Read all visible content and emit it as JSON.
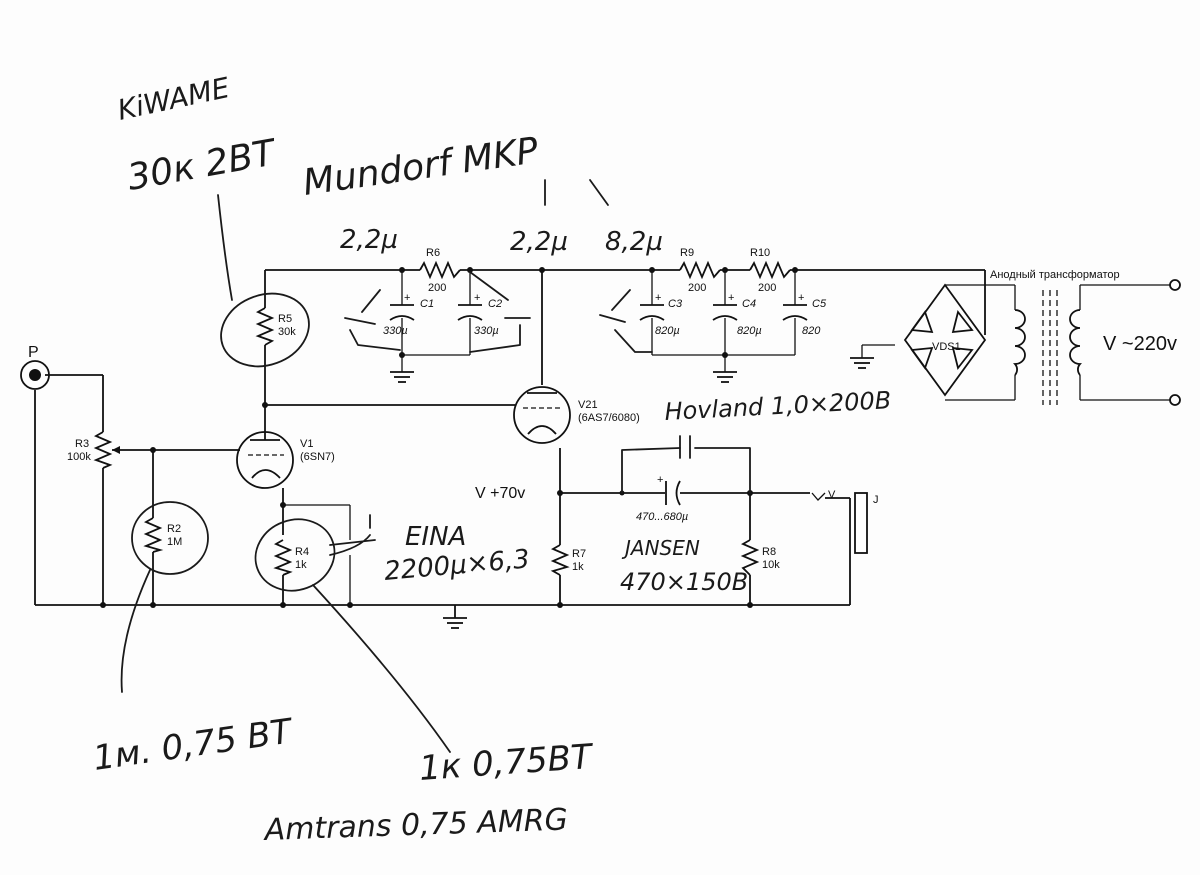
{
  "components": {
    "r2": {
      "ref": "R2",
      "value": "1M"
    },
    "r3": {
      "ref": "R3",
      "value": "100k"
    },
    "r4": {
      "ref": "R4",
      "value": "1k"
    },
    "r5": {
      "ref": "R5",
      "value": "30k"
    },
    "r6": {
      "ref": "R6",
      "value": "200"
    },
    "r7": {
      "ref": "R7",
      "value": "1k"
    },
    "r8": {
      "ref": "R8",
      "value": "10k"
    },
    "r9": {
      "ref": "R9",
      "value": "200"
    },
    "r10": {
      "ref": "R10",
      "value": "200"
    },
    "c1": {
      "ref": "C1",
      "value": "330µ"
    },
    "c2": {
      "ref": "C2",
      "value": "330µ"
    },
    "c3": {
      "ref": "C3",
      "value": "820µ"
    },
    "c4": {
      "ref": "C4",
      "value": "820µ"
    },
    "c5": {
      "ref": "C5",
      "value": "820"
    },
    "c_out": {
      "value": "470...680µ"
    },
    "v1": {
      "ref": "V1",
      "type": "(6SN7)"
    },
    "v21": {
      "ref": "V21",
      "type": "(6AS7/6080)"
    },
    "vds1": {
      "ref": "VDS1"
    },
    "port_p": "P",
    "port_j": "J",
    "supply_v70": "V +70v",
    "out_v": "V",
    "mains": "V ~220v",
    "transformer": "Анодный трансформатор"
  },
  "notes": {
    "kiwame": "KiWAME",
    "kiwame_val": "30к 2ВТ",
    "mundorf": "Mundorf MKP",
    "cap_a": "2,2µ",
    "cap_b": "2,2µ",
    "cap_c": "8,2µ",
    "hovland": "Hovland 1,0×200В",
    "eina": "EINA",
    "eina_val": "2200µ×6,3",
    "jansen": "JANSEN",
    "jansen_val": "470×150В",
    "r2_note": "1м. 0,75 ВТ",
    "r4_note": "1к 0,75ВТ",
    "amtrans": "Amtrans 0,75 AMRG"
  }
}
